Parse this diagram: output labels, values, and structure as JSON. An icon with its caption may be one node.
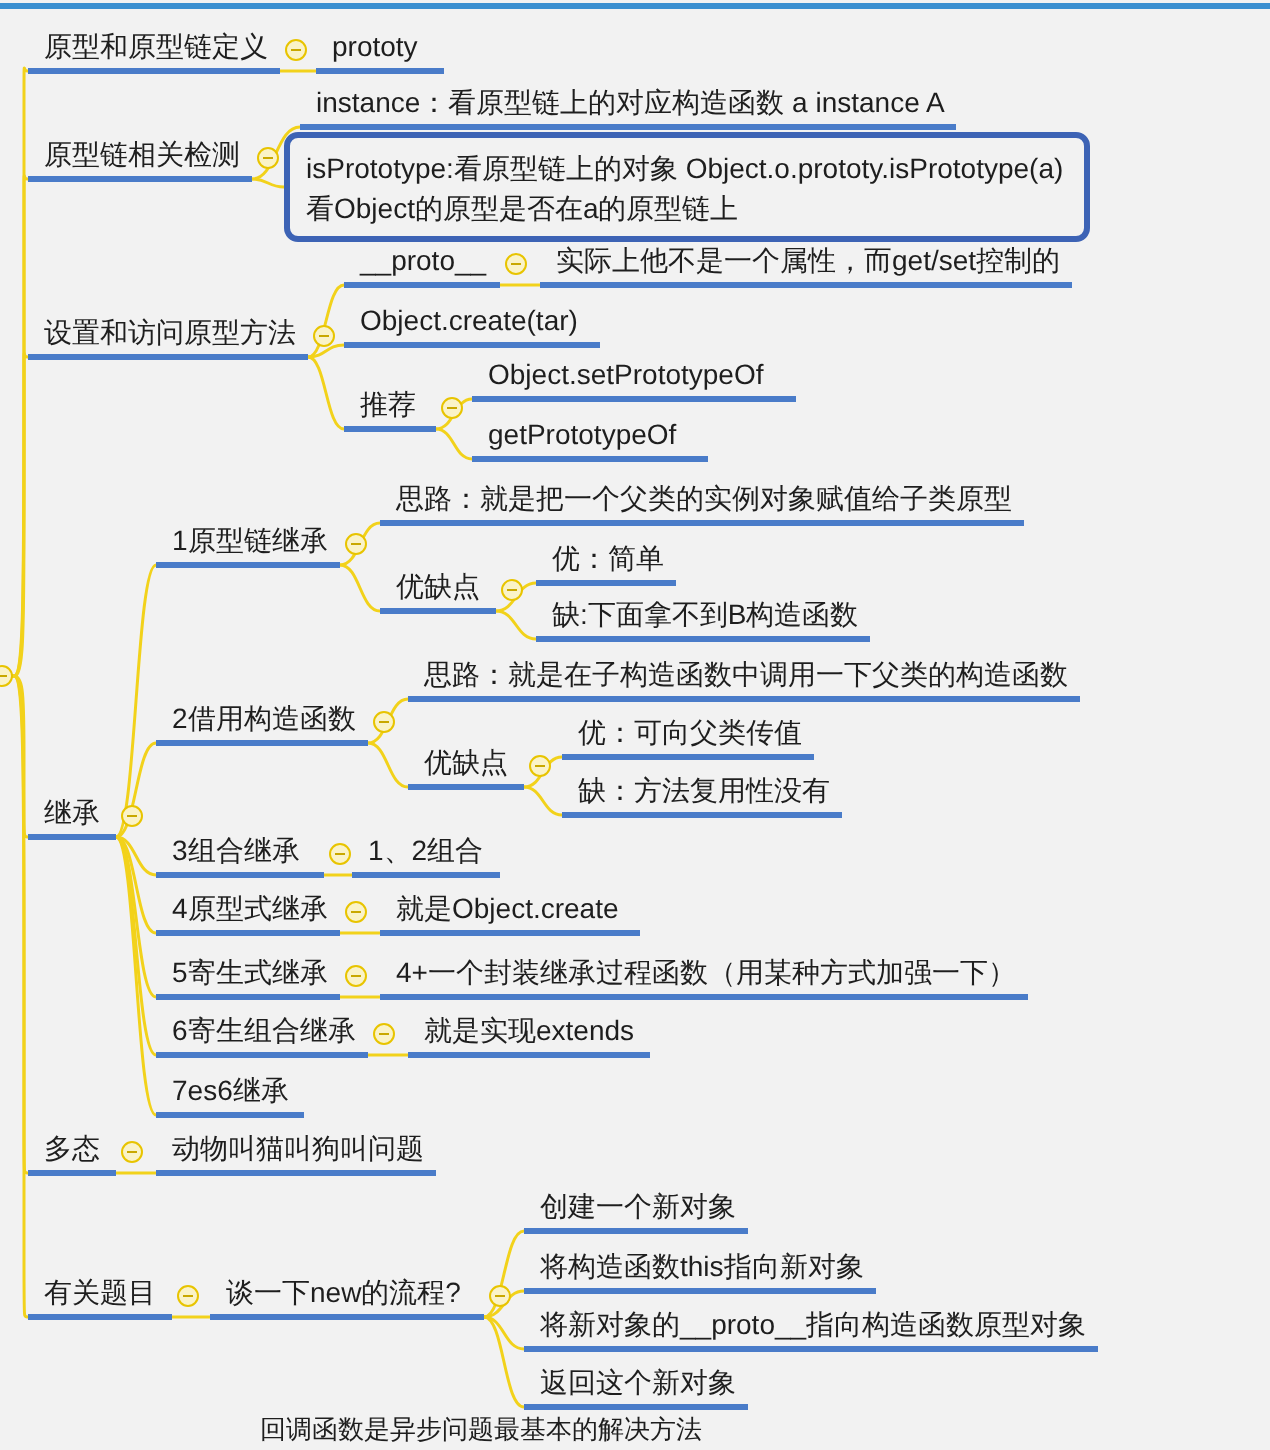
{
  "diagram": {
    "nodes": [
      {
        "text": [
          "原型和原型链定义"
        ]
      },
      {
        "text": [
          "prototy"
        ]
      },
      {
        "text": [
          "原型链相关检测"
        ]
      },
      {
        "text": [
          "instance：看原型链上的对应构造函数 a instance A"
        ]
      },
      {
        "text": [
          "isPrototype:看原型链上的对象  Object.o.prototy.isPrototype(a)",
          "看Object的原型是否在a的原型链上"
        ]
      },
      {
        "text": [
          "设置和访问原型方法"
        ]
      },
      {
        "text": [
          "__proto__"
        ]
      },
      {
        "text": [
          "实际上他不是一个属性，而get/set控制的"
        ]
      },
      {
        "text": [
          "Object.create(tar)"
        ]
      },
      {
        "text": [
          "推荐"
        ]
      },
      {
        "text": [
          "Object.setPrototypeOf"
        ]
      },
      {
        "text": [
          "getPrototypeOf"
        ]
      },
      {
        "text": [
          "继承"
        ]
      },
      {
        "text": [
          "1原型链继承"
        ]
      },
      {
        "text": [
          "思路：就是把一个父类的实例对象赋值给子类原型"
        ]
      },
      {
        "text": [
          "优缺点"
        ]
      },
      {
        "text": [
          "优：简单"
        ]
      },
      {
        "text": [
          "缺:下面拿不到B构造函数"
        ]
      },
      {
        "text": [
          "2借用构造函数"
        ]
      },
      {
        "text": [
          "思路：就是在子构造函数中调用一下父类的构造函数"
        ]
      },
      {
        "text": [
          "优缺点"
        ]
      },
      {
        "text": [
          "优：可向父类传值"
        ]
      },
      {
        "text": [
          "缺：方法复用性没有"
        ]
      },
      {
        "text": [
          "3组合继承"
        ]
      },
      {
        "text": [
          "1、2组合"
        ]
      },
      {
        "text": [
          "4原型式继承"
        ]
      },
      {
        "text": [
          "就是Object.create"
        ]
      },
      {
        "text": [
          "5寄生式继承"
        ]
      },
      {
        "text": [
          "4+一个封装继承过程函数（用某种方式加强一下）"
        ]
      },
      {
        "text": [
          "6寄生组合继承"
        ]
      },
      {
        "text": [
          "就是实现extends"
        ]
      },
      {
        "text": [
          "7es6继承"
        ]
      },
      {
        "text": [
          "多态"
        ]
      },
      {
        "text": [
          "动物叫猫叫狗叫问题"
        ]
      },
      {
        "text": [
          "有关题目"
        ]
      },
      {
        "text": [
          "谈一下new的流程?"
        ]
      },
      {
        "text": [
          "创建一个新对象"
        ]
      },
      {
        "text": [
          "将构造函数this指向新对象"
        ]
      },
      {
        "text": [
          "将新对象的__proto__指向构造函数原型对象"
        ]
      },
      {
        "text": [
          "返回这个新对象"
        ]
      }
    ],
    "edges": [
      {
        "from": null,
        "to": 0,
        "arrow": "none"
      },
      {
        "from": 0,
        "to": 1,
        "arrow": "none"
      },
      {
        "from": null,
        "to": 2,
        "arrow": "none"
      },
      {
        "from": 2,
        "to": 3,
        "arrow": "none"
      },
      {
        "from": 2,
        "to": 4,
        "arrow": "none"
      },
      {
        "from": null,
        "to": 5,
        "arrow": "none"
      },
      {
        "from": 5,
        "to": 6,
        "arrow": "none"
      },
      {
        "from": 6,
        "to": 7,
        "arrow": "none"
      },
      {
        "from": 5,
        "to": 8,
        "arrow": "none"
      },
      {
        "from": 5,
        "to": 9,
        "arrow": "none"
      },
      {
        "from": 9,
        "to": 10,
        "arrow": "none"
      },
      {
        "from": 9,
        "to": 11,
        "arrow": "none"
      },
      {
        "from": null,
        "to": 12,
        "arrow": "none"
      },
      {
        "from": 12,
        "to": 13,
        "arrow": "none"
      },
      {
        "from": 13,
        "to": 14,
        "arrow": "none"
      },
      {
        "from": 13,
        "to": 15,
        "arrow": "none"
      },
      {
        "from": 15,
        "to": 16,
        "arrow": "none"
      },
      {
        "from": 15,
        "to": 17,
        "arrow": "none"
      },
      {
        "from": 12,
        "to": 18,
        "arrow": "none"
      },
      {
        "from": 18,
        "to": 19,
        "arrow": "none"
      },
      {
        "from": 18,
        "to": 20,
        "arrow": "none"
      },
      {
        "from": 20,
        "to": 21,
        "arrow": "none"
      },
      {
        "from": 20,
        "to": 22,
        "arrow": "none"
      },
      {
        "from": 12,
        "to": 23,
        "arrow": "none"
      },
      {
        "from": 23,
        "to": 24,
        "arrow": "none"
      },
      {
        "from": 12,
        "to": 25,
        "arrow": "none"
      },
      {
        "from": 25,
        "to": 26,
        "arrow": "none"
      },
      {
        "from": 12,
        "to": 27,
        "arrow": "none"
      },
      {
        "from": 27,
        "to": 28,
        "arrow": "none"
      },
      {
        "from": 12,
        "to": 29,
        "arrow": "none"
      },
      {
        "from": 29,
        "to": 30,
        "arrow": "none"
      },
      {
        "from": 12,
        "to": 31,
        "arrow": "none"
      },
      {
        "from": null,
        "to": 32,
        "arrow": "none"
      },
      {
        "from": 32,
        "to": 33,
        "arrow": "none"
      },
      {
        "from": null,
        "to": 34,
        "arrow": "none"
      },
      {
        "from": 34,
        "to": 35,
        "arrow": "none"
      },
      {
        "from": 35,
        "to": 36,
        "arrow": "none"
      },
      {
        "from": 35,
        "to": 37,
        "arrow": "none"
      },
      {
        "from": 35,
        "to": 38,
        "arrow": "none"
      },
      {
        "from": 35,
        "to": 39,
        "arrow": "none"
      }
    ],
    "labels": [
      "回调函数是异步问题最基本的解决方法"
    ]
  }
}
